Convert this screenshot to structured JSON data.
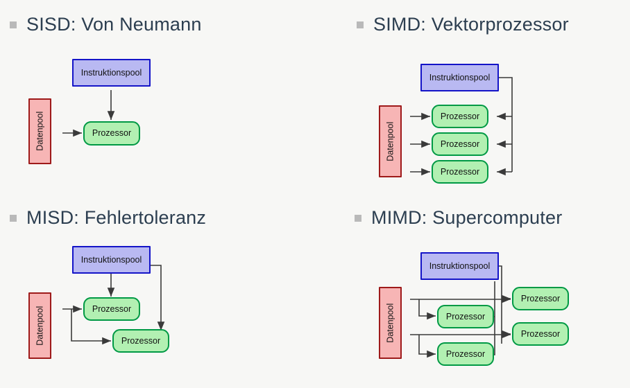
{
  "background_color": "#f7f7f5",
  "theme": {
    "title_color": "#2c3e50",
    "bullet_color": "#b9b9b9",
    "instruction_fill": "#b9b9f2",
    "instruction_border": "#1414c8",
    "processor_fill": "#b2f0b2",
    "processor_border": "#009944",
    "data_fill": "#f7b5b5",
    "data_border": "#9e1a1a",
    "edge_color": "#3a3a3a"
  },
  "labels": {
    "instruction_pool": "Instruktionspool",
    "processor": "Prozessor",
    "data_pool": "Datenpool"
  },
  "quadrants": [
    {
      "id": "sisd",
      "title": "SISD: Von Neumann",
      "bullet": "square-bullet",
      "instruction_pools": 1,
      "data_pools": 1,
      "processors": 1
    },
    {
      "id": "simd",
      "title": "SIMD: Vektorprozessor",
      "bullet": "square-bullet",
      "instruction_pools": 1,
      "data_pools": 1,
      "processors": 3
    },
    {
      "id": "misd",
      "title": "MISD: Fehlertoleranz",
      "bullet": "square-bullet",
      "instruction_pools": 1,
      "data_pools": 1,
      "processors": 2
    },
    {
      "id": "mimd",
      "title": "MIMD: Supercomputer",
      "bullet": "square-bullet",
      "instruction_pools": 1,
      "data_pools": 1,
      "processors": 4
    }
  ]
}
